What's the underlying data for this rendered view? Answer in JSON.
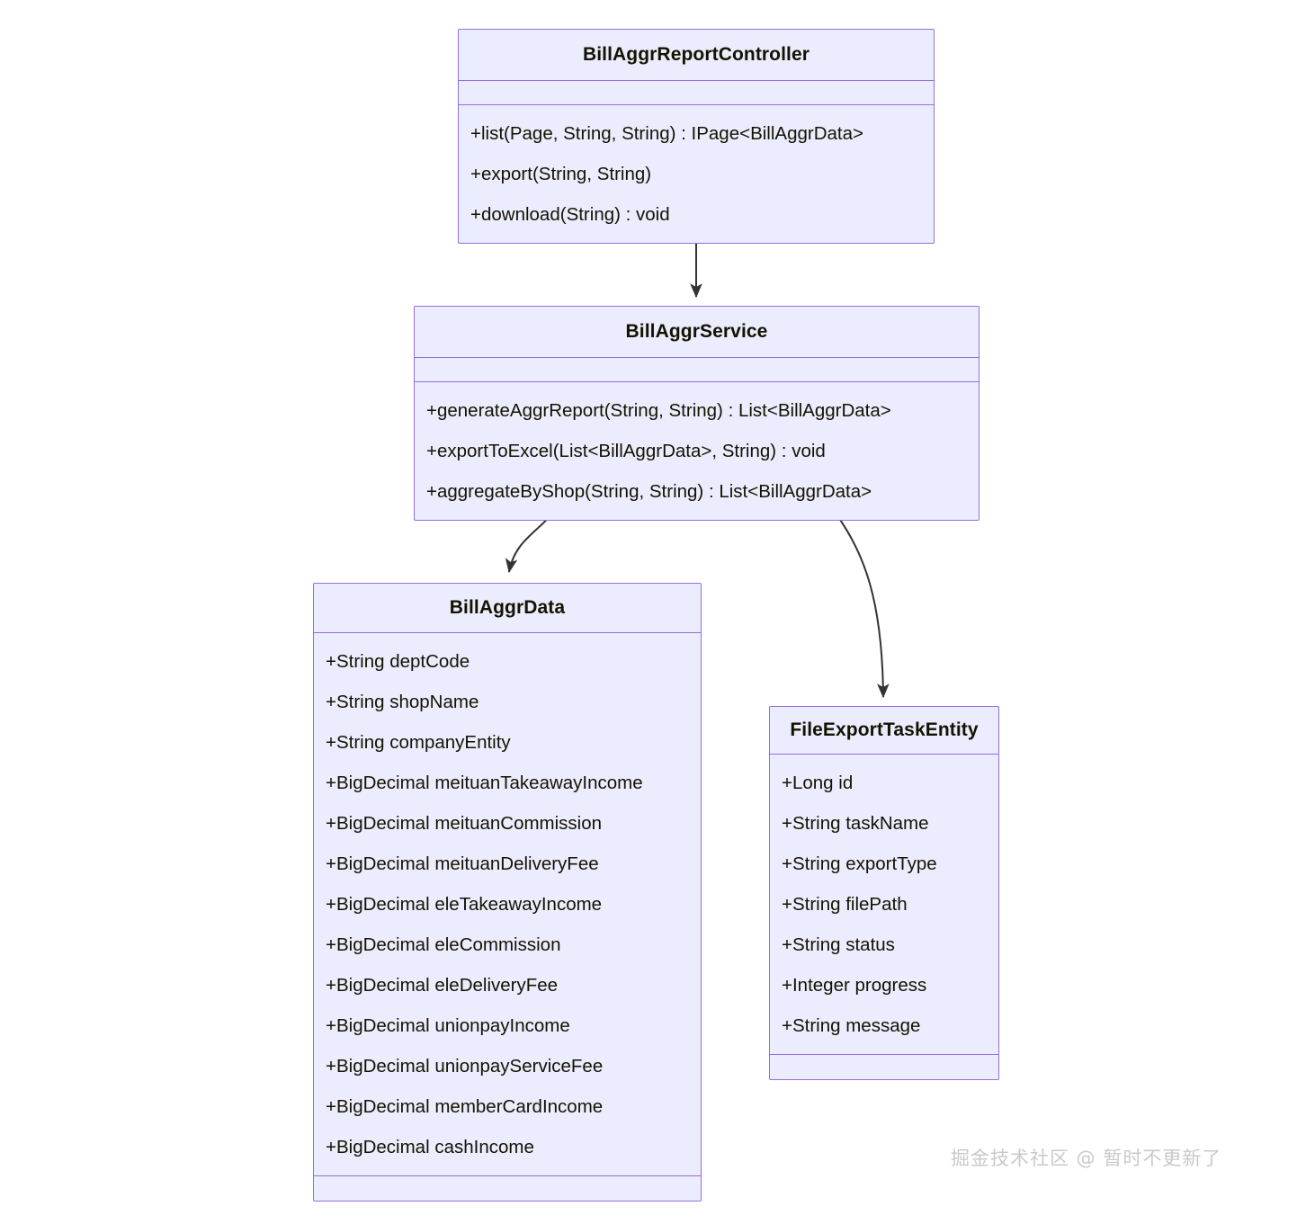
{
  "diagram": {
    "type": "uml-class-diagram",
    "background_color": "#ffffff",
    "box_fill_color": "#ECECFF",
    "box_border_color": "#9370DB",
    "text_color": "#131300",
    "edge_color": "#333333",
    "classes": [
      {
        "id": "controller",
        "name": "BillAggrReportController",
        "attributes": [],
        "methods": [
          "+list(Page, String, String) : IPage<BillAggrData>",
          "+export(String, String)",
          "+download(String) : void"
        ]
      },
      {
        "id": "service",
        "name": "BillAggrService",
        "attributes": [],
        "methods": [
          "+generateAggrReport(String, String) : List<BillAggrData>",
          "+exportToExcel(List<BillAggrData>, String) : void",
          "+aggregateByShop(String, String) : List<BillAggrData>"
        ]
      },
      {
        "id": "data",
        "name": "BillAggrData",
        "attributes": [
          "+String deptCode",
          "+String shopName",
          "+String companyEntity",
          "+BigDecimal meituanTakeawayIncome",
          "+BigDecimal meituanCommission",
          "+BigDecimal meituanDeliveryFee",
          "+BigDecimal eleTakeawayIncome",
          "+BigDecimal eleCommission",
          "+BigDecimal eleDeliveryFee",
          "+BigDecimal unionpayIncome",
          "+BigDecimal unionpayServiceFee",
          "+BigDecimal memberCardIncome",
          "+BigDecimal cashIncome"
        ],
        "methods": []
      },
      {
        "id": "fileexport",
        "name": "FileExportTaskEntity",
        "attributes": [
          "+Long id",
          "+String taskName",
          "+String exportType",
          "+String filePath",
          "+String status",
          "+Integer progress",
          "+String message"
        ],
        "methods": []
      }
    ],
    "edges": [
      {
        "from": "controller",
        "to": "service",
        "style": "straight",
        "arrow": "filled"
      },
      {
        "from": "service",
        "to": "data",
        "style": "curved",
        "arrow": "filled"
      },
      {
        "from": "service",
        "to": "fileexport",
        "style": "curved",
        "arrow": "filled"
      }
    ]
  },
  "watermark": {
    "text": "掘金技术社区 @ 暂时不更新了"
  }
}
